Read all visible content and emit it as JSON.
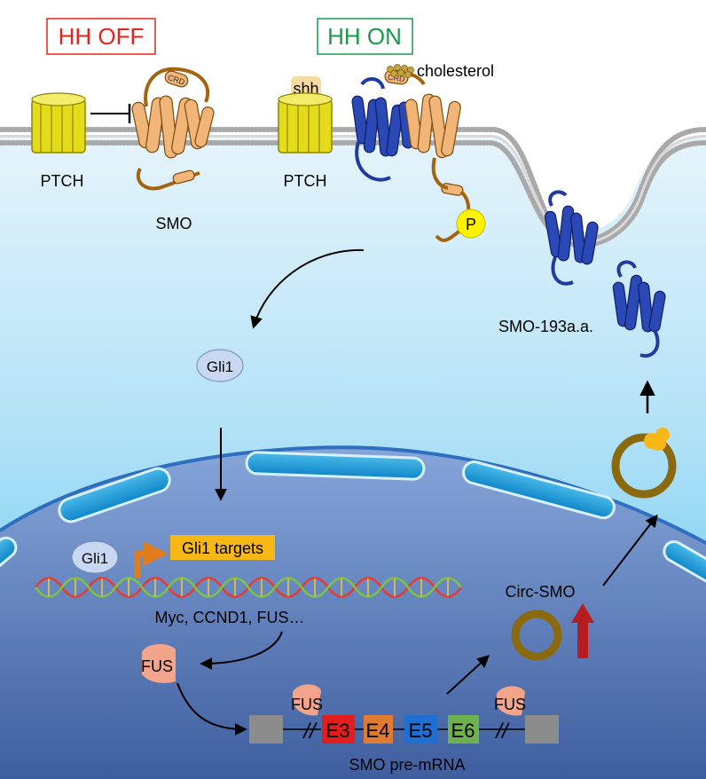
{
  "labels": {
    "hh_off": "HH OFF",
    "hh_on": "HH ON",
    "cholesterol": "cholesterol",
    "shh": "shh",
    "crd": "CRD",
    "ptch": "PTCH",
    "smo": "SMO",
    "phospho": "P",
    "smo_193": "SMO-193a.a.",
    "gli1": "Gli1",
    "gli1_targets": "Gli1 targets",
    "target_genes": "Myc, CCND1, FUS…",
    "fus": "FUS",
    "circ_smo": "Circ-SMO",
    "premrna": "SMO pre-mRNA",
    "break_mark": "//"
  },
  "exons": [
    "E3",
    "E4",
    "E5",
    "E6"
  ],
  "colors": {
    "hh_off": "#e8221c",
    "hh_on": "#1a9a4a",
    "ptch": "#e8e020",
    "smo_orange": "#f2b578",
    "smo_loop": "#a4640e",
    "smo_blue": "#1f3b9e",
    "gli1_fill": "#c8d8f2",
    "targets_bg": "#f6b717",
    "fus": "#f2a58a",
    "circ_ring": "#8b6a0f",
    "up_arrow": "#b51d20",
    "exon_e3": "#e11d1d",
    "exon_e4": "#e07b33",
    "exon_e5": "#1e6fd1",
    "exon_e6": "#6db24f",
    "grey_box": "#8c8c8c"
  }
}
